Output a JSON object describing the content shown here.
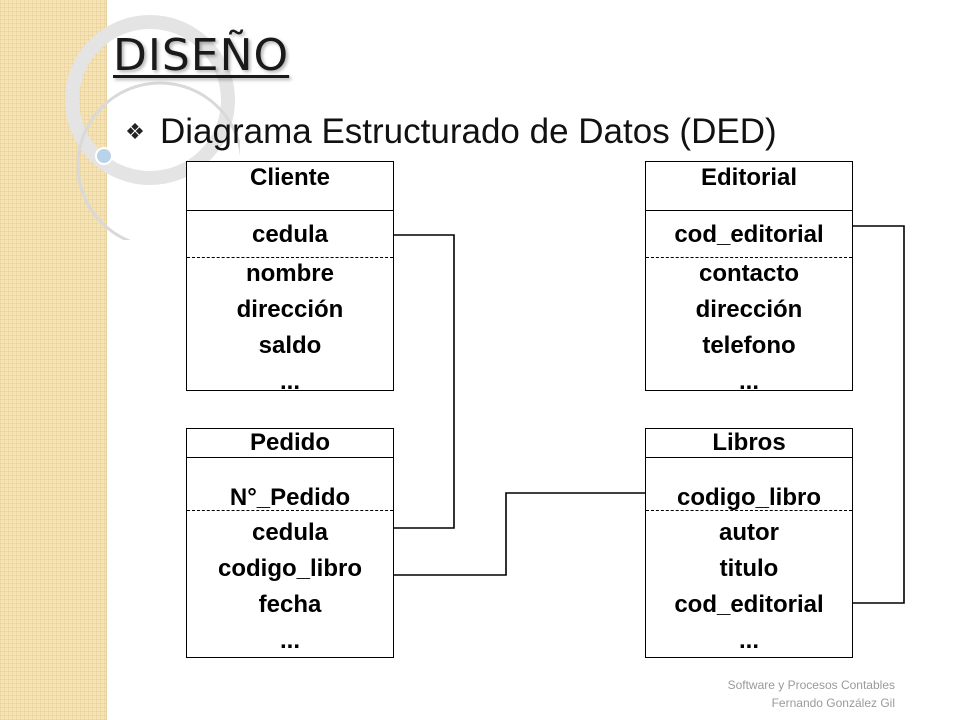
{
  "slide": {
    "title": "DISEÑO",
    "bullet_icon": "diamond-bullet-icon",
    "bullet_text": "Diagrama Estructurado de Datos (DED)"
  },
  "entities": {
    "cliente": {
      "name": "Cliente",
      "key": "cedula",
      "attributes": [
        "nombre",
        "dirección",
        "saldo",
        "..."
      ]
    },
    "editorial": {
      "name": "Editorial",
      "key": "cod_editorial",
      "attributes": [
        "contacto",
        "dirección",
        "telefono",
        "..."
      ]
    },
    "pedido": {
      "name": "Pedido",
      "key": "N°_Pedido",
      "attributes": [
        "cedula",
        "codigo_libro",
        "fecha",
        "..."
      ]
    },
    "libros": {
      "name": "Libros",
      "key": "codigo_libro",
      "attributes": [
        "autor",
        "titulo",
        "cod_editorial",
        "..."
      ]
    }
  },
  "relationships": [
    {
      "from": "Cliente.cedula",
      "to": "Pedido.cedula"
    },
    {
      "from": "Pedido.codigo_libro",
      "to": "Libros.codigo_libro"
    },
    {
      "from": "Editorial.cod_editorial",
      "to": "Libros.cod_editorial"
    }
  ],
  "footer": {
    "line1": "Software y Procesos Contables",
    "line2": "Fernando González Gil"
  },
  "colors": {
    "sidebar": "#f6e3b4",
    "text": "#000000",
    "footer": "#9a9a9a"
  }
}
